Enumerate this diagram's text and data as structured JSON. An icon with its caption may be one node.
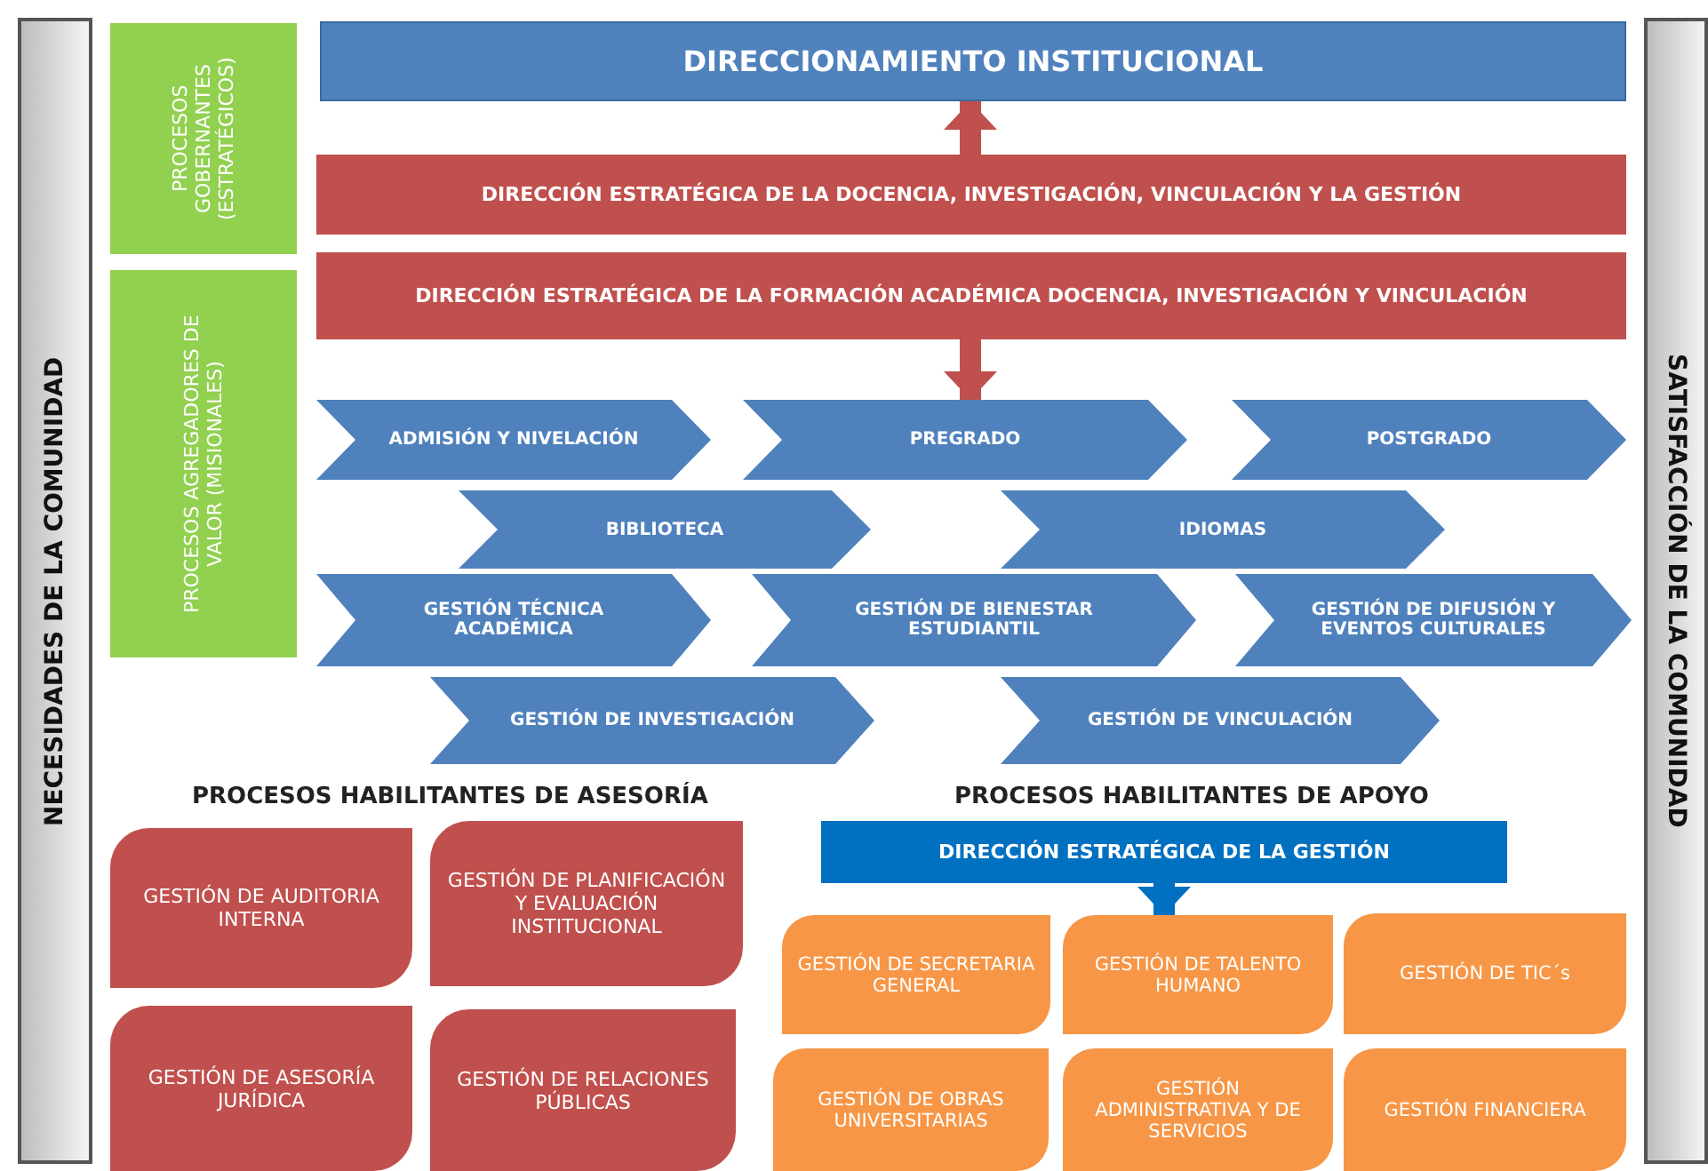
{
  "diagram": {
    "nodes": [
      {
        "text": [
          "NECESIDADES DE LA COMUNIDAD"
        ]
      },
      {
        "text": [
          "PROCESOS GOBERNANTES (ESTRATÉGICOS)"
        ]
      },
      {
        "text": [
          "PROCESOS AGREGADORES DE VALOR (MISIONALES)"
        ]
      },
      {
        "text": [
          "DIRECCIONAMIENTO  INSTITUCIONAL"
        ]
      },
      {
        "text": [
          "DIRECCIÓN ESTRATÉGICA DE LA DOCENCIA, INVESTIGACIÓN, VINCULACIÓN Y LA GESTIÓN"
        ]
      },
      {
        "text": [
          "DIRECCIÓN ESTRATÉGICA DE LA FORMACIÓN ACADÉMICA DOCENCIA, INVESTIGACIÓN Y VINCULACIÓN"
        ]
      },
      {
        "text": [
          "ADMISIÓN Y NIVELACIÓN"
        ]
      },
      {
        "text": [
          "PREGRADO"
        ]
      },
      {
        "text": [
          "POSTGRADO"
        ]
      },
      {
        "text": [
          "BIBLIOTECA"
        ]
      },
      {
        "text": [
          "IDIOMAS"
        ]
      },
      {
        "text": [
          "GESTIÓN TÉCNICA ACADÉMICA"
        ]
      },
      {
        "text": [
          "GESTIÓN DE BIENESTAR ESTUDIANTIL"
        ]
      },
      {
        "text": [
          "GESTIÓN DE DIFUSIÓN Y EVENTOS CULTURALES"
        ]
      },
      {
        "text": [
          "GESTIÓN DE INVESTIGACIÓN"
        ]
      },
      {
        "text": [
          "GESTIÓN DE VINCULACIÓN"
        ]
      },
      {
        "text": [
          "GESTIÓN DE AUDITORIA INTERNA"
        ]
      },
      {
        "text": [
          "GESTIÓN DE PLANIFICACIÓN Y EVALUACIÓN INSTITUCIONAL"
        ]
      },
      {
        "text": [
          "GESTIÓN DE ASESORÍA JURÍDICA"
        ]
      },
      {
        "text": [
          "GESTIÓN DE RELACIONES PÚBLICAS"
        ]
      },
      {
        "text": [
          "DIRECCIÓN ESTRATÉGICA DE LA GESTIÓN"
        ]
      },
      {
        "text": [
          "GESTIÓN DE SECRETARIA GENERAL"
        ]
      },
      {
        "text": [
          "GESTIÓN DE TALENTO HUMANO"
        ]
      },
      {
        "text": [
          "GESTIÓN DE TIC´s"
        ]
      },
      {
        "text": [
          "GESTIÓN DE OBRAS UNIVERSITARIAS"
        ]
      },
      {
        "text": [
          "GESTIÓN ADMINISTRATIVA Y DE SERVICIOS"
        ]
      },
      {
        "text": [
          "GESTIÓN FINANCIERA"
        ]
      },
      {
        "text": [
          "SATISFACCIÓN DE LA COMUNIDAD"
        ]
      }
    ],
    "edges": [
      {
        "from": 4,
        "to": 3,
        "arrow": "to"
      },
      {
        "from": 5,
        "to": 7,
        "arrow": "to"
      },
      {
        "from": 20,
        "to": 22,
        "arrow": "to",
        "color": "#0070c0"
      }
    ],
    "labels": [
      "PROCESOS HABILITANTES DE ASESORÍA",
      "PROCESOS HABILITANTES DE APOYO"
    ]
  }
}
